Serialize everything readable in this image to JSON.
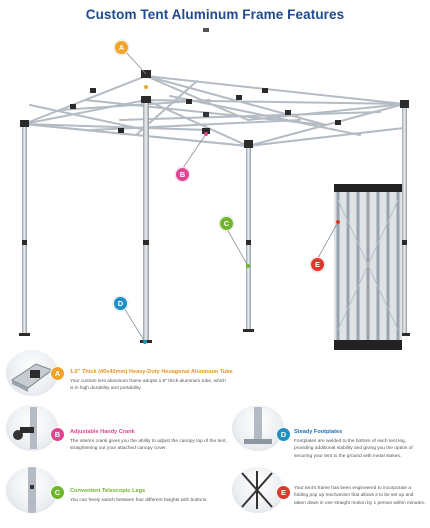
{
  "title": "Custom Tent Aluminum Frame Features",
  "colors": {
    "title": "#1f4a8c",
    "a": "#f2a32a",
    "b": "#df4592",
    "c": "#6fb52c",
    "d": "#1f8fc4",
    "e": "#dd3a2e"
  },
  "markers": {
    "a": "A",
    "b": "B",
    "c": "C",
    "d": "D",
    "e": "E"
  },
  "features": {
    "a": {
      "letter": "A",
      "title": "1.6\" Thick (40x40mm) Heavy-Duty Hexagonal Aluminum Tube",
      "desc": "Your custom tent aluminum frame adopts 1.6\" thick aluminum tube, which is in high durability and portability."
    },
    "b": {
      "letter": "B",
      "title": "Adjustable Handy Crank",
      "desc": "The interior crank gives you the ability to adjust the canopy top of the tent, straightening out your attached canopy cover."
    },
    "c": {
      "letter": "C",
      "title": "Convenient Telescopic Legs",
      "desc": "You can freely switch between four different heights with buttons."
    },
    "d": {
      "letter": "D",
      "title": "Steady Footplates",
      "desc": "Footplates are welded to the bottom of each tent leg, providing additional stability and giving you the option of securing your tent to the ground with metal stakes."
    },
    "e": {
      "letter": "E",
      "title": "",
      "desc": "Your tent's frame has been engineered to incorporate a folding pop up mechanism that allows it to be set up and taken down in one straight motion by 1 person within minutes."
    }
  }
}
